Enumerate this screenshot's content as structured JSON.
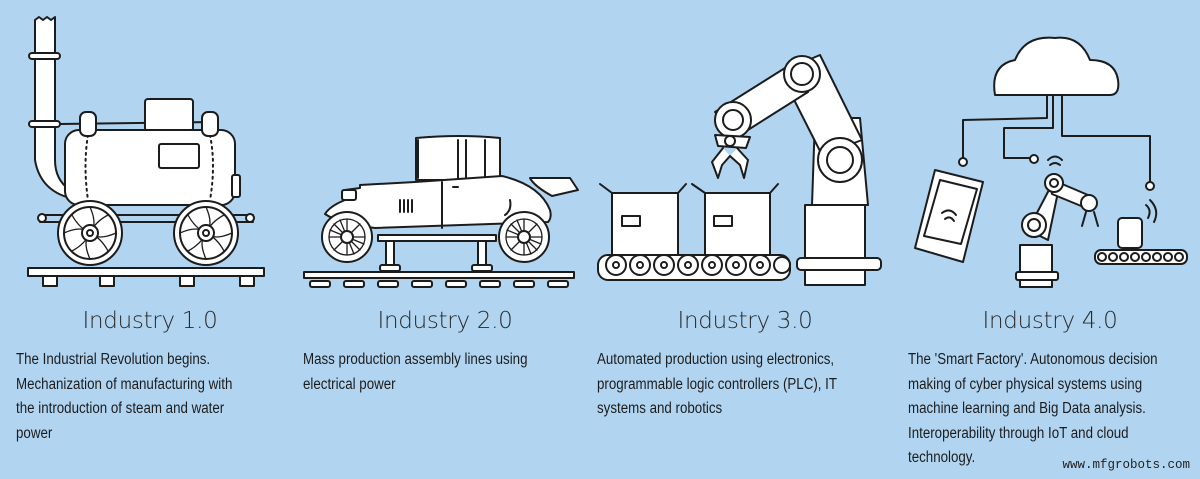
{
  "stages": [
    {
      "title": "Industry 1.0",
      "description": "The Industrial Revolution begins.\nMechanization of manufacturing with\nthe introduction of steam and water\npower",
      "illustration": "steam-locomotive-icon"
    },
    {
      "title": "Industry 2.0",
      "description": "Mass production assembly lines using\nelectrical power",
      "illustration": "model-t-car-assembly-line-icon"
    },
    {
      "title": "Industry 3.0",
      "description": "Automated production using electronics,\nprogrammable logic controllers (PLC), IT\nsystems and robotics",
      "illustration": "robot-arm-conveyor-icon"
    },
    {
      "title": "Industry 4.0",
      "description": "The 'Smart Factory'. Autonomous decision\nmaking of cyber physical systems using\nmachine learning and Big Data analysis.\nInteroperability through IoT and cloud\ntechnology.",
      "illustration": "cloud-connected-smart-factory-icon"
    }
  ],
  "colors": {
    "background": "#b1d5f1",
    "line": "#1c1c1c",
    "fill": "#ffffff"
  },
  "watermark": "www.mfgrobots.com"
}
